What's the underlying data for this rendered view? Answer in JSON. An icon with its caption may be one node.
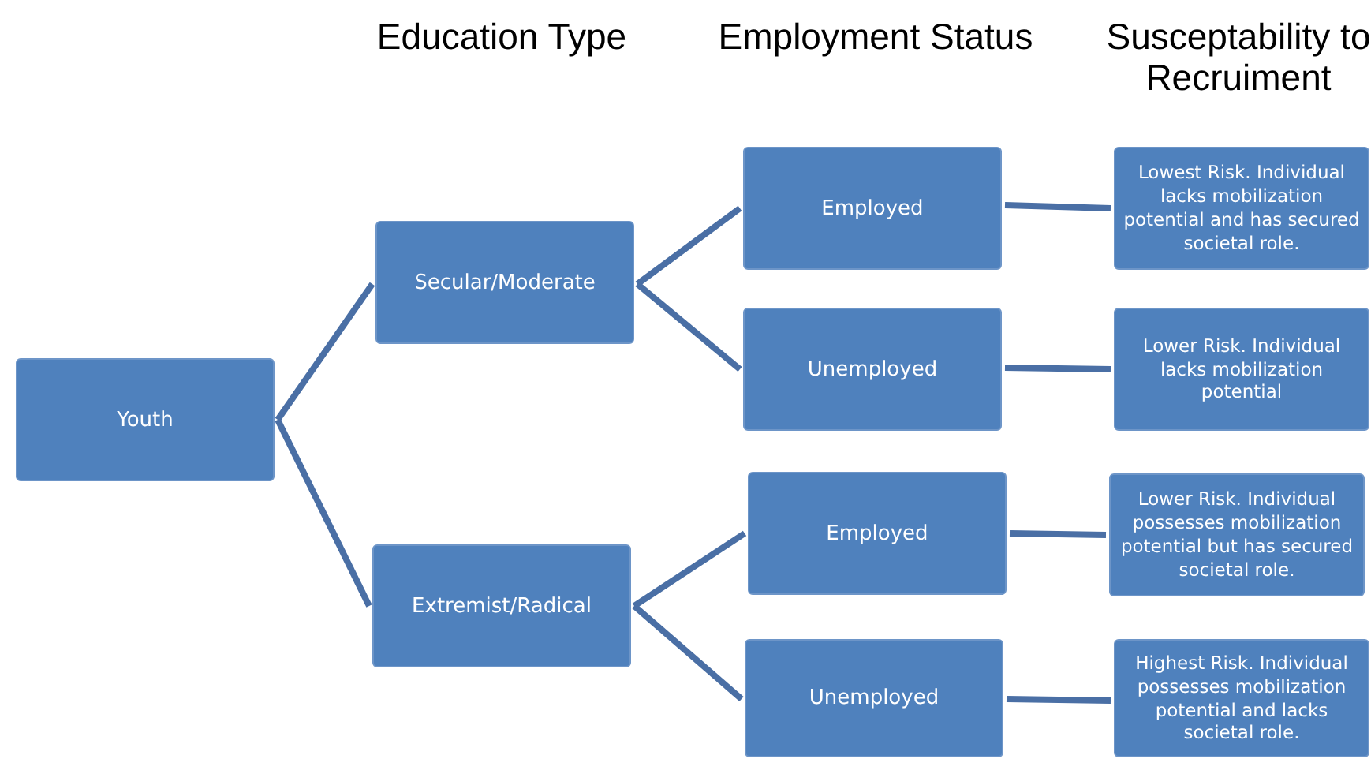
{
  "diagram": {
    "nodes": [
      {
        "text": [
          "Youth"
        ]
      },
      {
        "text": [
          "Secular/Moderate"
        ]
      },
      {
        "text": [
          "Extremist/Radical"
        ]
      },
      {
        "text": [
          "Employed"
        ]
      },
      {
        "text": [
          "Unemployed"
        ]
      },
      {
        "text": [
          "Employed"
        ]
      },
      {
        "text": [
          "Unemployed"
        ]
      },
      {
        "text": [
          "Lowest Risk. Individual lacks mobilization potential and has secured societal role."
        ]
      },
      {
        "text": [
          "Lower Risk. Individual lacks mobilization potential"
        ]
      },
      {
        "text": [
          "Lower Risk. Individual possesses mobilization potential but has secured societal role."
        ]
      },
      {
        "text": [
          "Highest Risk. Individual possesses mobilization potential and lacks societal role."
        ]
      }
    ],
    "edges": [
      {
        "from": 0,
        "to": 1,
        "arrow": "none"
      },
      {
        "from": 0,
        "to": 2,
        "arrow": "none"
      },
      {
        "from": 1,
        "to": 3,
        "arrow": "none"
      },
      {
        "from": 1,
        "to": 4,
        "arrow": "none"
      },
      {
        "from": 2,
        "to": 5,
        "arrow": "none"
      },
      {
        "from": 2,
        "to": 6,
        "arrow": "none"
      },
      {
        "from": 3,
        "to": 7,
        "arrow": "none"
      },
      {
        "from": 4,
        "to": 8,
        "arrow": "none"
      },
      {
        "from": 5,
        "to": 9,
        "arrow": "none"
      },
      {
        "from": 6,
        "to": 10,
        "arrow": "none"
      }
    ],
    "labels": [
      "Education Type",
      "Employment Status",
      "Susceptability to Recruiment"
    ]
  }
}
